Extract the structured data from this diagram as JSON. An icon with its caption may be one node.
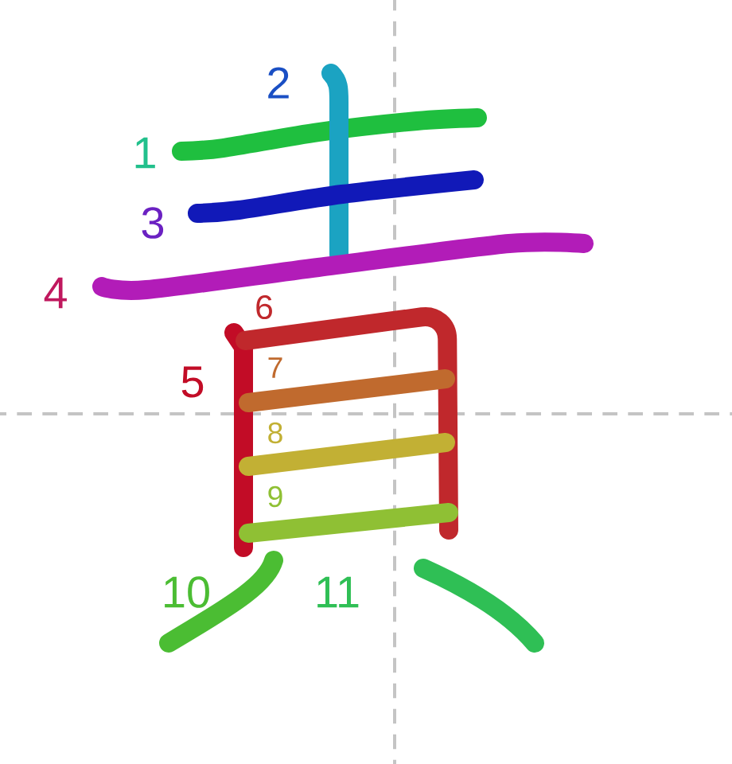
{
  "diagram": {
    "labels": [
      "2",
      "1",
      "3",
      "4",
      "6",
      "5",
      "7",
      "8",
      "9",
      "10",
      "11"
    ]
  }
}
